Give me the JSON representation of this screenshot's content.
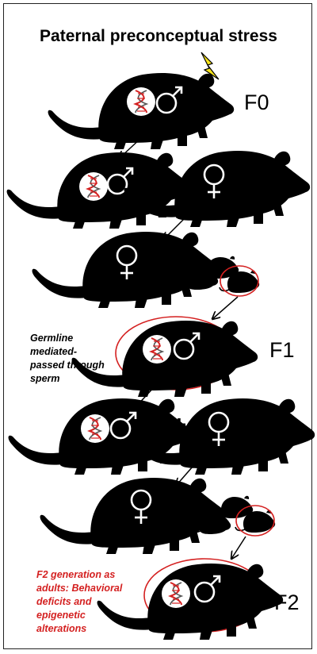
{
  "title": "Paternal preconceptual stress",
  "generations": {
    "f0": "F0",
    "f1": "F1",
    "f2": "F2"
  },
  "notes": {
    "germline": [
      "Germline",
      "mediated-",
      "passed through",
      "sperm"
    ],
    "f2_outcome": [
      "F2 generation as",
      "adults: Behavioral",
      "deficits and",
      "epigenetic",
      "alterations"
    ]
  },
  "symbols": {
    "plus": "+"
  },
  "colors": {
    "ink": "#000000",
    "highlight": "#d42020",
    "lightning": "#f6e31a",
    "dna": "#d42020"
  },
  "icons": [
    "male-rat-icon",
    "female-rat-icon",
    "pup-icon",
    "dna-icon",
    "male-symbol-icon",
    "female-symbol-icon",
    "lightning-icon",
    "arrow-icon"
  ]
}
